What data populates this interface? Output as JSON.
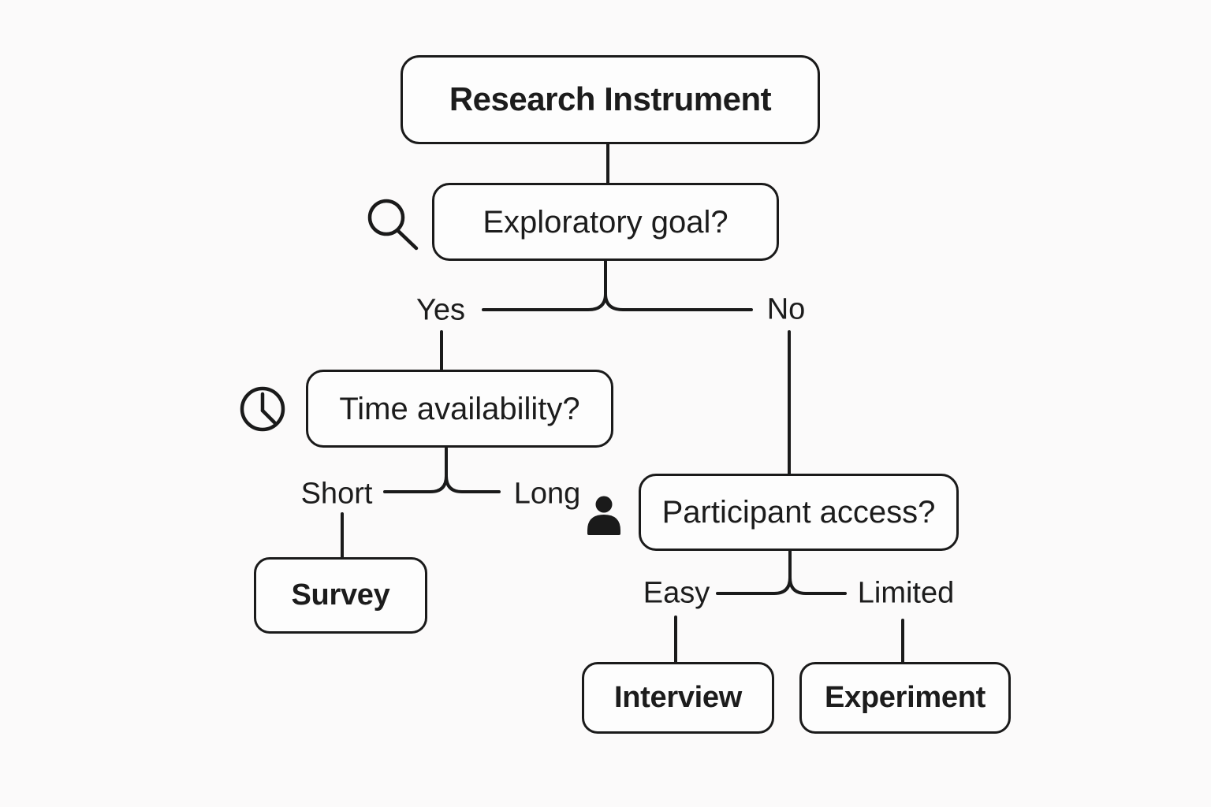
{
  "diagram": {
    "type": "decision-tree",
    "nodes": {
      "root": {
        "label": "Research Instrument"
      },
      "exploratory": {
        "label": "Exploratory goal?",
        "icon": "magnifier-icon"
      },
      "time": {
        "label": "Time availability?",
        "icon": "clock-icon"
      },
      "participant": {
        "label": "Participant access?",
        "icon": "person-icon"
      },
      "survey": {
        "label": "Survey"
      },
      "interview": {
        "label": "Interview"
      },
      "experiment": {
        "label": "Experiment"
      }
    },
    "branch_labels": {
      "yes": "Yes",
      "no": "No",
      "short": "Short",
      "long": "Long",
      "easy": "Easy",
      "limited": "Limited"
    },
    "edges": [
      "Research Instrument -> Exploratory goal?",
      "Exploratory goal? -Yes-> Time availability?",
      "Exploratory goal? -No-> Participant access?",
      "Time availability? -Short-> Survey",
      "Time availability? -Long-> (end)",
      "Participant access? -Easy-> Interview",
      "Participant access? -Limited-> Experiment"
    ],
    "colors": {
      "line": "#1a1a1a",
      "text": "#1c1c1c",
      "node_bg": "#fdfdfd",
      "background": "#fbfafa"
    }
  }
}
